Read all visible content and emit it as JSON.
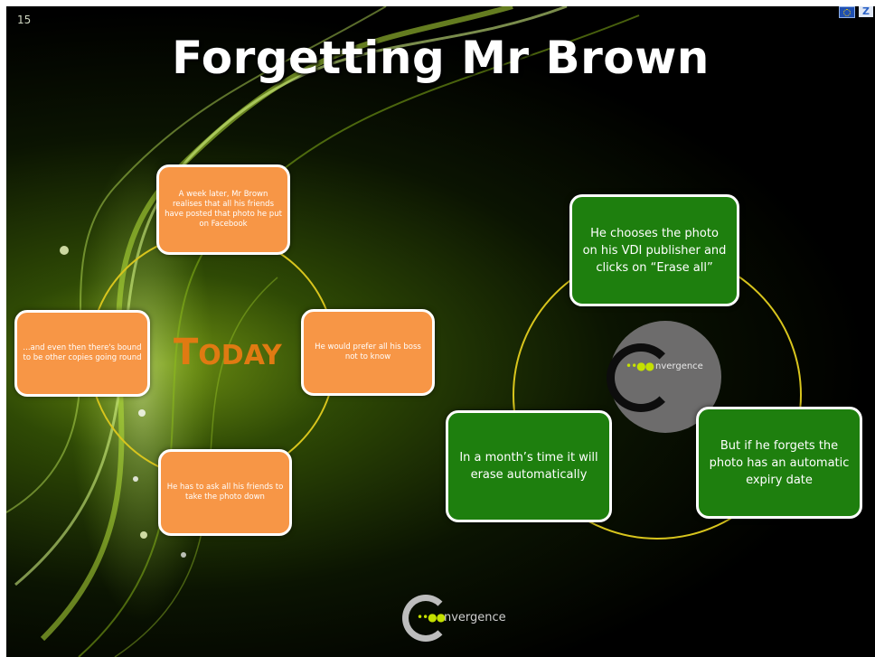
{
  "slide": {
    "number": "15",
    "title": "Forgetting Mr Brown",
    "corner_mark": "Z"
  },
  "today": {
    "first_letter": "T",
    "rest": "ODAY"
  },
  "left_cycle": [
    "A week later, Mr Brown realises that all his friends have posted that photo he put on Facebook",
    "He would prefer all his boss not to know",
    "He has to ask all his friends to take the photo down",
    "...and even then there's bound to be other copies going round"
  ],
  "right_cycle": [
    "He chooses the photo on his VDI publisher and clicks on “Erase all”",
    "But if he forgets the photo has an automatic expiry date",
    "In a month’s time it will erase automatically"
  ],
  "logo": {
    "dots": "••●●",
    "text": "nvergence"
  },
  "colors": {
    "orange_box": "#f79646",
    "green_box": "#1e7f0e",
    "ring": "#d8c51d",
    "today": "#e07a12"
  }
}
